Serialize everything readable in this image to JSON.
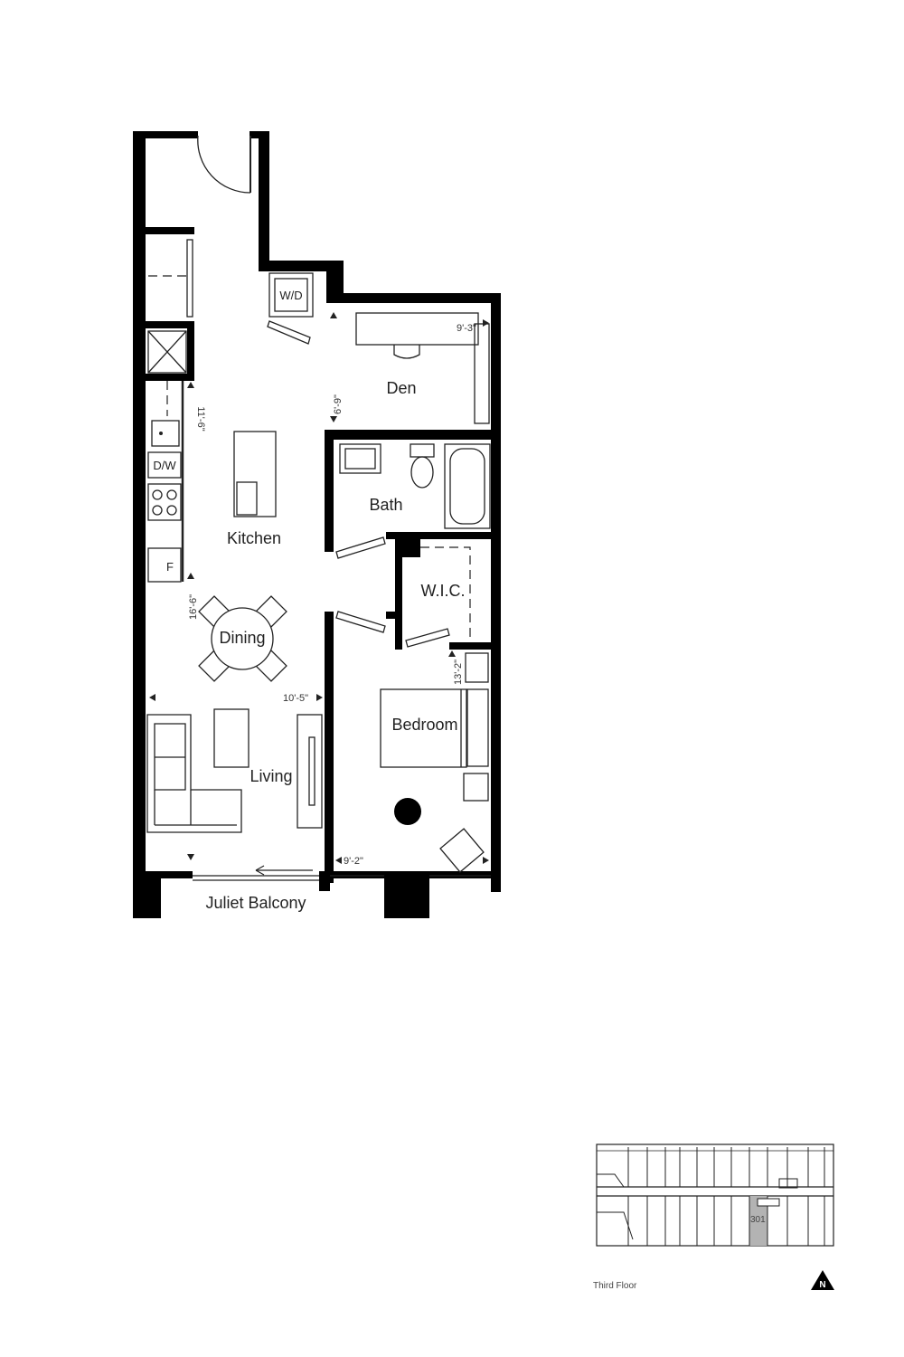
{
  "rooms": {
    "den": "Den",
    "bath": "Bath",
    "kitchen": "Kitchen",
    "wic": "W.I.C.",
    "dining": "Dining",
    "bedroom": "Bedroom",
    "living": "Living",
    "balcony": "Juliet Balcony"
  },
  "fixtures": {
    "washer_dryer": "W/D",
    "dishwasher": "D/W",
    "fridge": "F"
  },
  "dimensions": {
    "den_width": "9'-3\"",
    "den_depth": "6'-9\"",
    "kitchen_length": "11'-6\"",
    "dining_length": "16'-6\"",
    "living_width": "10'-5\"",
    "bedroom_length": "13'-2\"",
    "bedroom_width": "9'-2\""
  },
  "keyplan": {
    "floor_label": "Third Floor",
    "unit_number": "301",
    "north_label": "N",
    "highlight_color": "#b3b3b3"
  }
}
